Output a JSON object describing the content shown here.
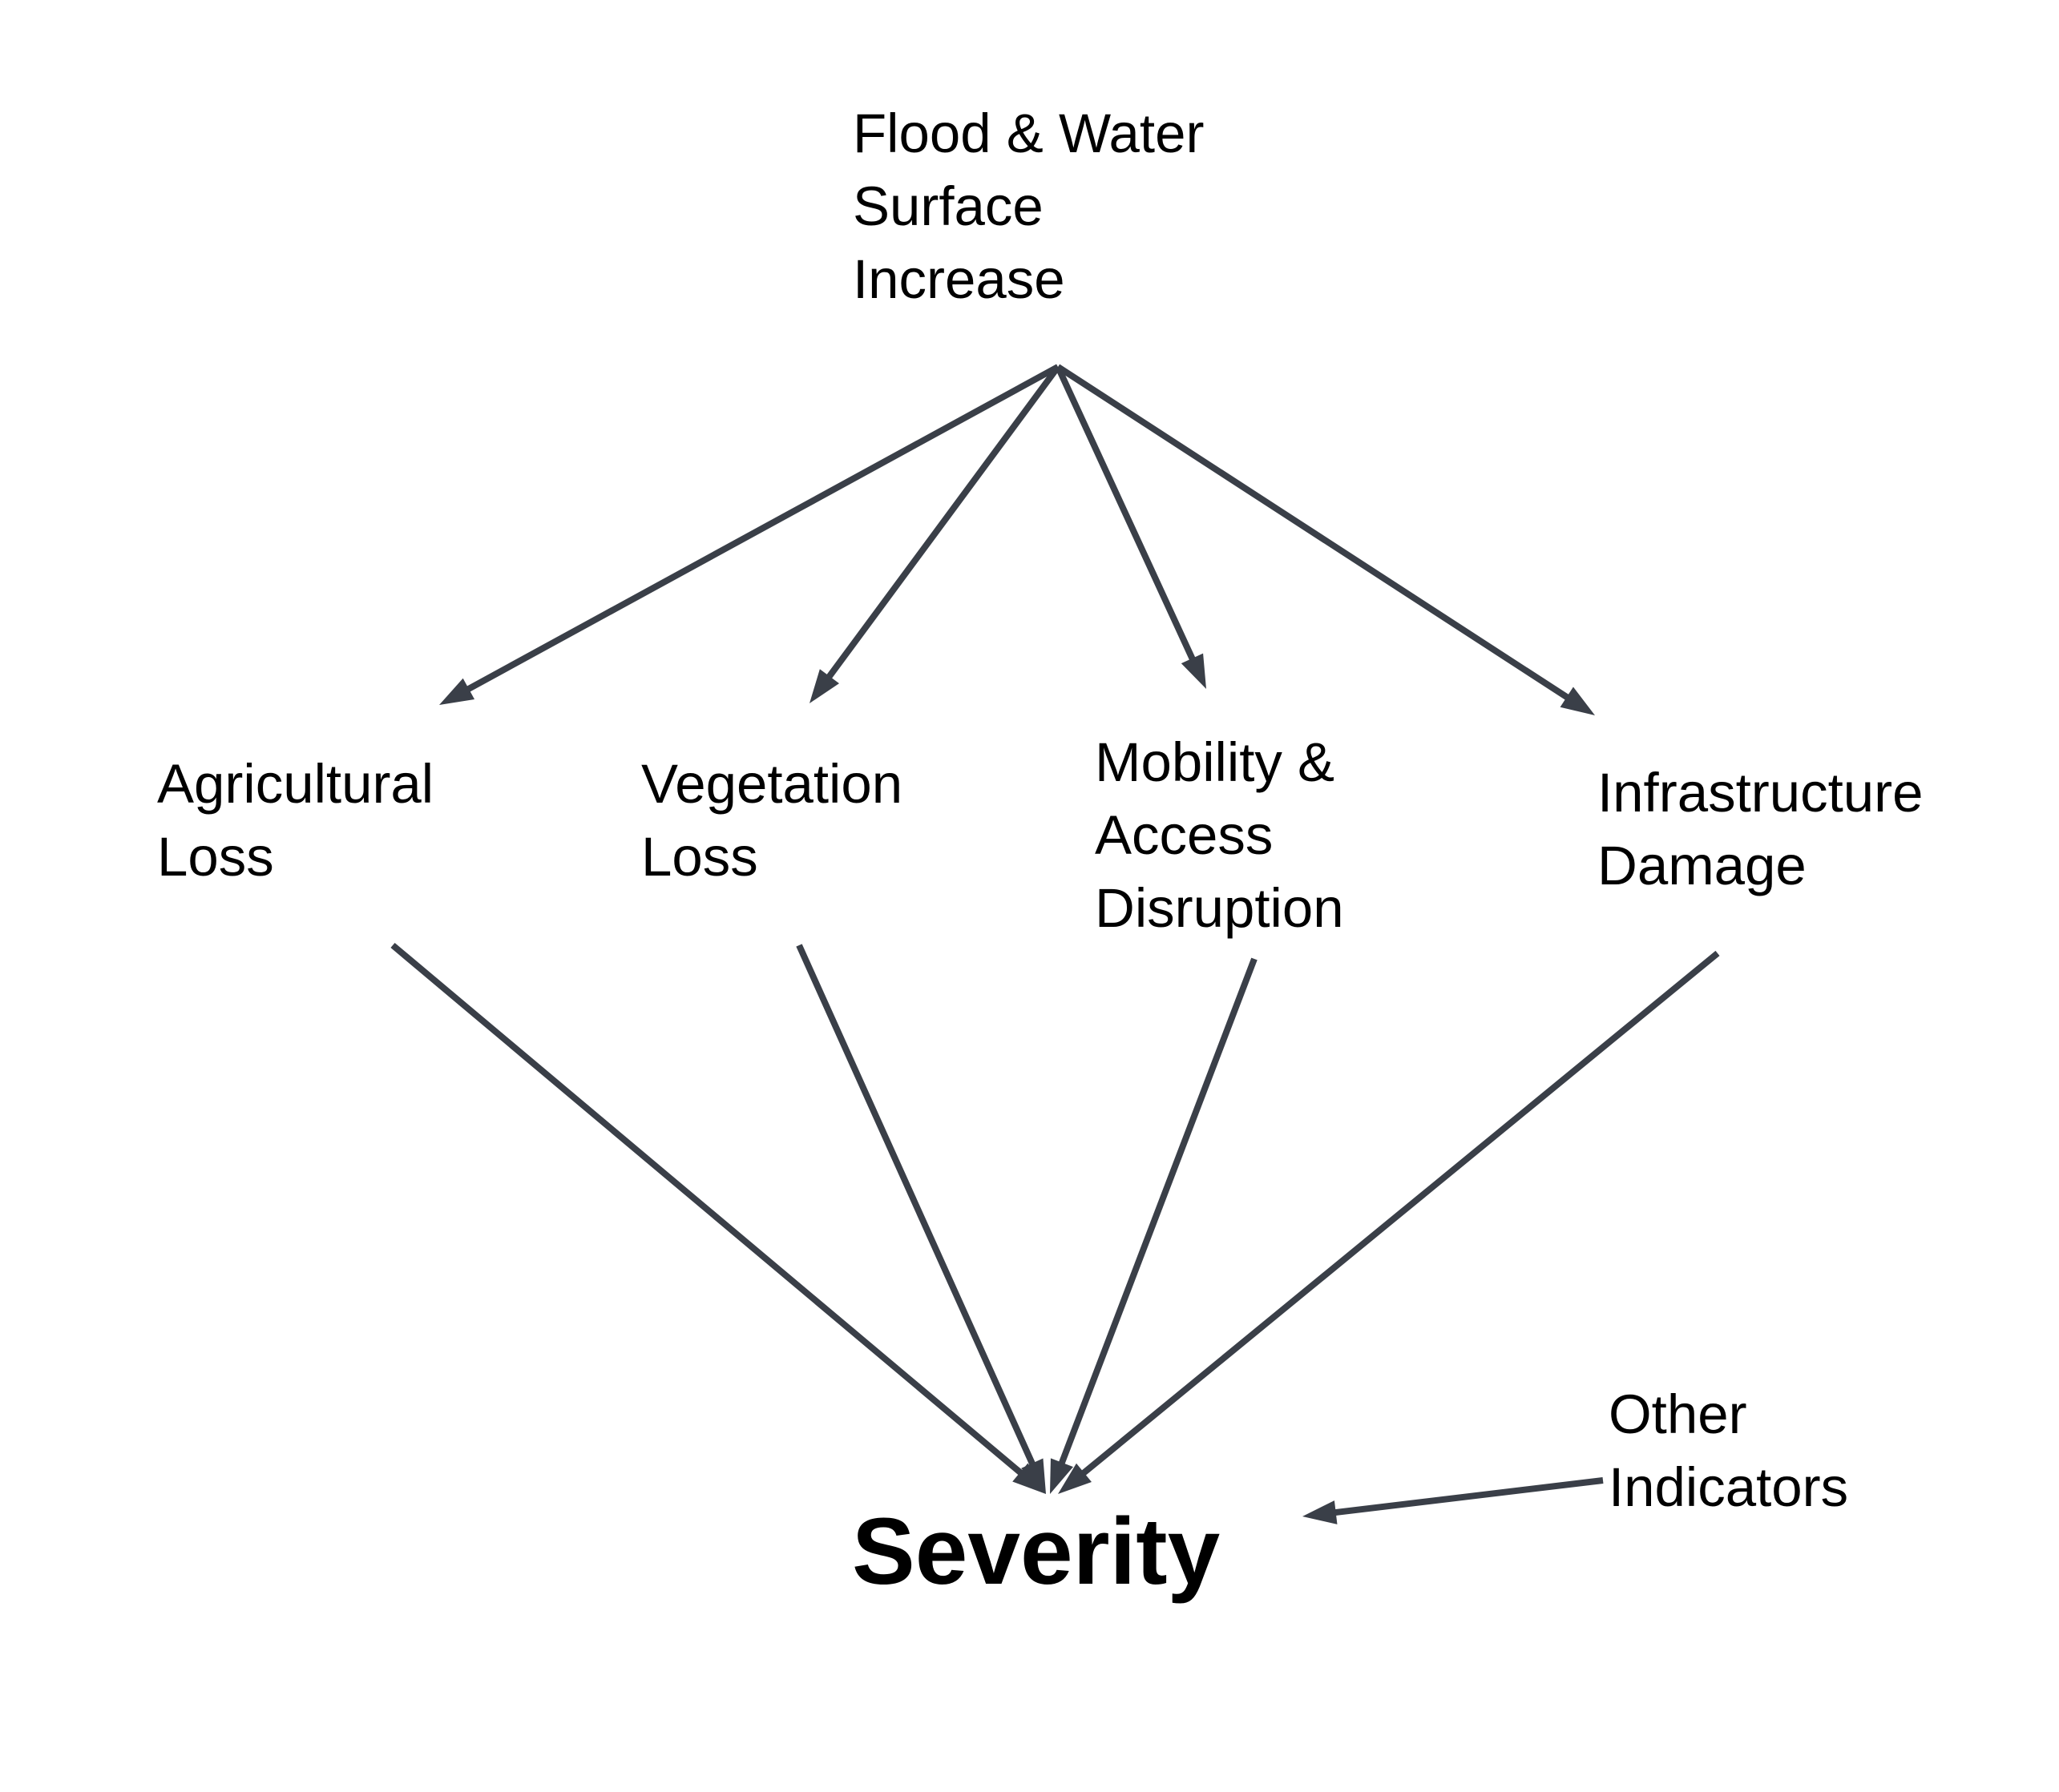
{
  "colors": {
    "edge": "#3a3f48",
    "text": "#000000",
    "background": "#ffffff"
  },
  "nodes": {
    "flood": {
      "lines": [
        "Flood & Water",
        "Surface",
        "Increase"
      ]
    },
    "agri": {
      "lines": [
        "Agricultural",
        "Loss"
      ]
    },
    "veg": {
      "lines": [
        "Vegetation",
        "Loss"
      ]
    },
    "mobility": {
      "lines": [
        "Mobility &",
        "Access",
        "Disruption"
      ]
    },
    "infra": {
      "lines": [
        "Infrastructure",
        "Damage"
      ]
    },
    "severity": {
      "lines": [
        "Severity"
      ]
    },
    "other": {
      "lines": [
        "Other",
        "Indicators"
      ]
    }
  },
  "edges": [
    {
      "from": "flood",
      "to": "agri"
    },
    {
      "from": "flood",
      "to": "veg"
    },
    {
      "from": "flood",
      "to": "mobility"
    },
    {
      "from": "flood",
      "to": "infra"
    },
    {
      "from": "agri",
      "to": "severity"
    },
    {
      "from": "veg",
      "to": "severity"
    },
    {
      "from": "mobility",
      "to": "severity"
    },
    {
      "from": "infra",
      "to": "severity"
    },
    {
      "from": "other",
      "to": "severity"
    }
  ]
}
